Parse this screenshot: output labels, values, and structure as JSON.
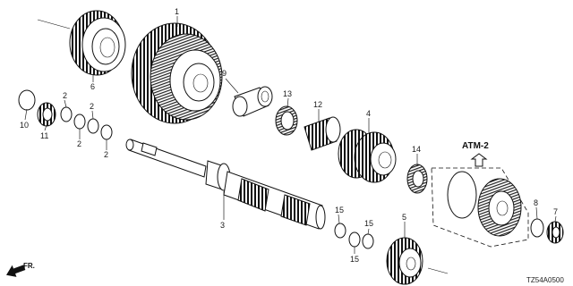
{
  "diagram": {
    "section_label": "ATM-2",
    "diagram_code": "TZ54A0500",
    "direction_label": "FR.",
    "callouts": {
      "c1": "1",
      "c2a": "2",
      "c2b": "2",
      "c2c": "2",
      "c2d": "2",
      "c3": "3",
      "c4": "4",
      "c5": "5",
      "c6": "6",
      "c7": "7",
      "c8": "8",
      "c9": "9",
      "c10": "10",
      "c11": "11",
      "c12": "12",
      "c13": "13",
      "c14": "14",
      "c15a": "15",
      "c15b": "15",
      "c15c": "15"
    }
  }
}
